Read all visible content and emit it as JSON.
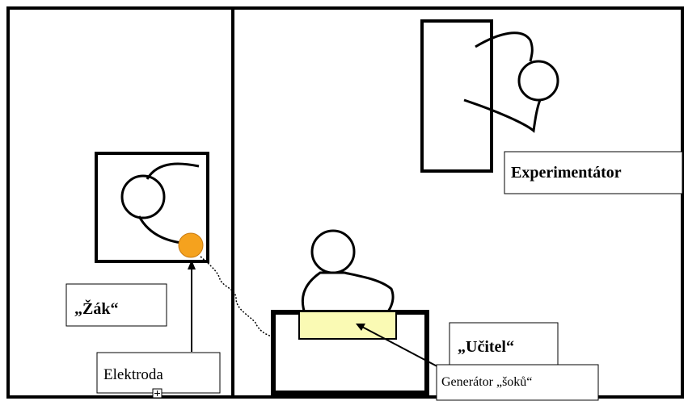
{
  "labels": {
    "student": "„Žák“",
    "teacher": "„Učitel“",
    "experimenter": "Experimentátor",
    "electrode": "Elektroda",
    "generator": "Generátor „šoků“"
  },
  "colors": {
    "line": "#000000",
    "electrode_fill": "#f5a21e",
    "electrode_stroke": "#c87a10",
    "generator_fill": "#fafab4",
    "background": "#ffffff"
  }
}
